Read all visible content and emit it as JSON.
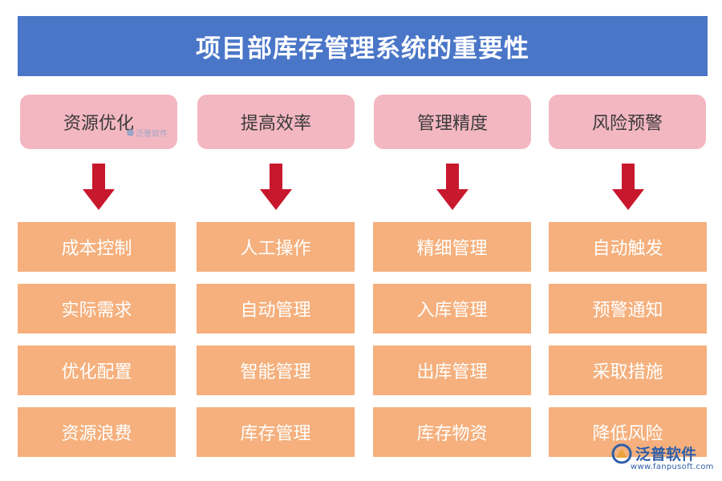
{
  "title": "项目部库存管理系统的重要性",
  "columns": [
    {
      "header": "资源优化",
      "items": [
        "成本控制",
        "实际需求",
        "优化配置",
        "资源浪费"
      ]
    },
    {
      "header": "提高效率",
      "items": [
        "人工操作",
        "自动管理",
        "智能管理",
        "库存管理"
      ]
    },
    {
      "header": "管理精度",
      "items": [
        "精细管理",
        "入库管理",
        "出库管理",
        "库存物资"
      ]
    },
    {
      "header": "风险预警",
      "items": [
        "自动触发",
        "预警通知",
        "采取措施",
        "降低风险"
      ]
    }
  ],
  "watermark": {
    "text": "泛普软件"
  },
  "logo": {
    "name": "泛普软件",
    "url": "www.fanpusoft.com"
  },
  "colors": {
    "banner": "#4a76c8",
    "header_box": "#f3b7c1",
    "item_box": "#f5b07d",
    "arrow": "#c8182e"
  }
}
